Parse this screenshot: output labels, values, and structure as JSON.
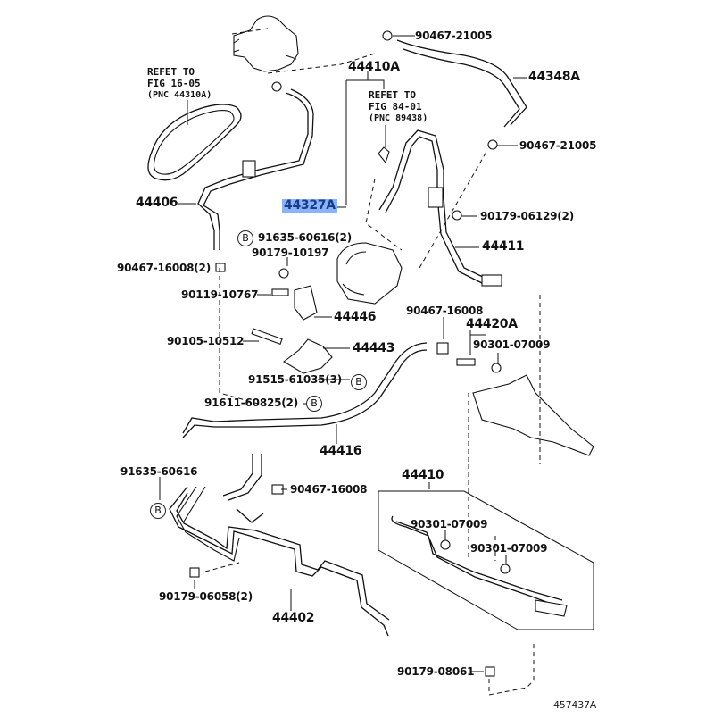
{
  "diagram": {
    "figure_id": "457437A",
    "highlight_color": "#8ab4f8",
    "references": [
      {
        "id": "ref-belt",
        "lines": [
          "REFET TO",
          "FIG 16-05",
          "(PNC 44310A)"
        ]
      },
      {
        "id": "ref-switch",
        "lines": [
          "REFET TO",
          "FIG 84-01",
          "(PNC 89438)"
        ]
      }
    ],
    "labels": {
      "p90467_21005_top": "90467-21005",
      "p44410A": "44410A",
      "p44348A": "44348A",
      "p90467_21005_mid": "90467-21005",
      "p44406": "44406",
      "p44327A": "44327A",
      "p90179_06129": "90179-06129(2)",
      "p91635_60616_2": "91635-60616(2)",
      "p44411": "44411",
      "p90179_10197": "90179-10197",
      "p90467_16008_2": "90467-16008(2)",
      "p90119_10767": "90119-10767",
      "p44446": "44446",
      "p90467_16008_right": "90467-16008",
      "p44420A": "44420A",
      "p90301_07009_a": "90301-07009",
      "p90105_10512": "90105-10512",
      "p44443": "44443",
      "p91515_61035": "91515-61035(3)",
      "p91611_60825": "91611-60825(2)",
      "p44416": "44416",
      "p44410": "44410",
      "p91635_60616": "91635-60616",
      "p90467_16008_low": "90467-16008",
      "p90301_07009_b": "90301-07009",
      "p90301_07009_c": "90301-07009",
      "p90179_06058": "90179-06058(2)",
      "p44402": "44402",
      "p90179_08061": "90179-08061"
    },
    "bolt_marker": "B"
  }
}
